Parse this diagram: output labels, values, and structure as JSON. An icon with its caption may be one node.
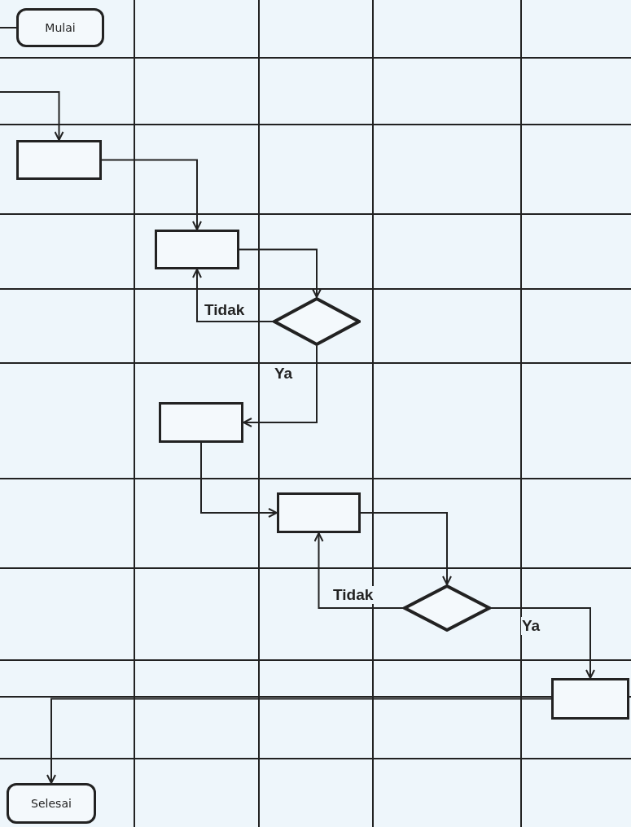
{
  "diagram": {
    "nodes": [
      {
        "text": [
          "Mulai"
        ]
      },
      {
        "text": [],
        "shape": "box"
      },
      {
        "text": [],
        "shape": "box"
      },
      {
        "text": [],
        "shape": "diamond"
      },
      {
        "text": [],
        "shape": "box"
      },
      {
        "text": [],
        "shape": "box"
      },
      {
        "text": [],
        "shape": "diamond"
      },
      {
        "text": [],
        "shape": "box"
      },
      {
        "text": [
          "Selesai"
        ]
      }
    ],
    "edges": [
      {
        "from": null,
        "to": 0,
        "arrow": "none"
      },
      {
        "from": null,
        "to": 1,
        "arrow": "to"
      },
      {
        "from": 1,
        "to": 2,
        "arrow": "to"
      },
      {
        "from": 2,
        "to": 3,
        "arrow": "to"
      },
      {
        "from": 3,
        "to": 2,
        "arrow": "to",
        "label": "Tidak"
      },
      {
        "from": 3,
        "to": 4,
        "arrow": "to",
        "label": "Ya"
      },
      {
        "from": 4,
        "to": 5,
        "arrow": "to"
      },
      {
        "from": 5,
        "to": 6,
        "arrow": "to"
      },
      {
        "from": 6,
        "to": 5,
        "arrow": "to",
        "label": "Tidak"
      },
      {
        "from": 6,
        "to": 7,
        "arrow": "to",
        "label": "Ya"
      },
      {
        "from": 7,
        "to": 8,
        "arrow": "to"
      }
    ]
  }
}
